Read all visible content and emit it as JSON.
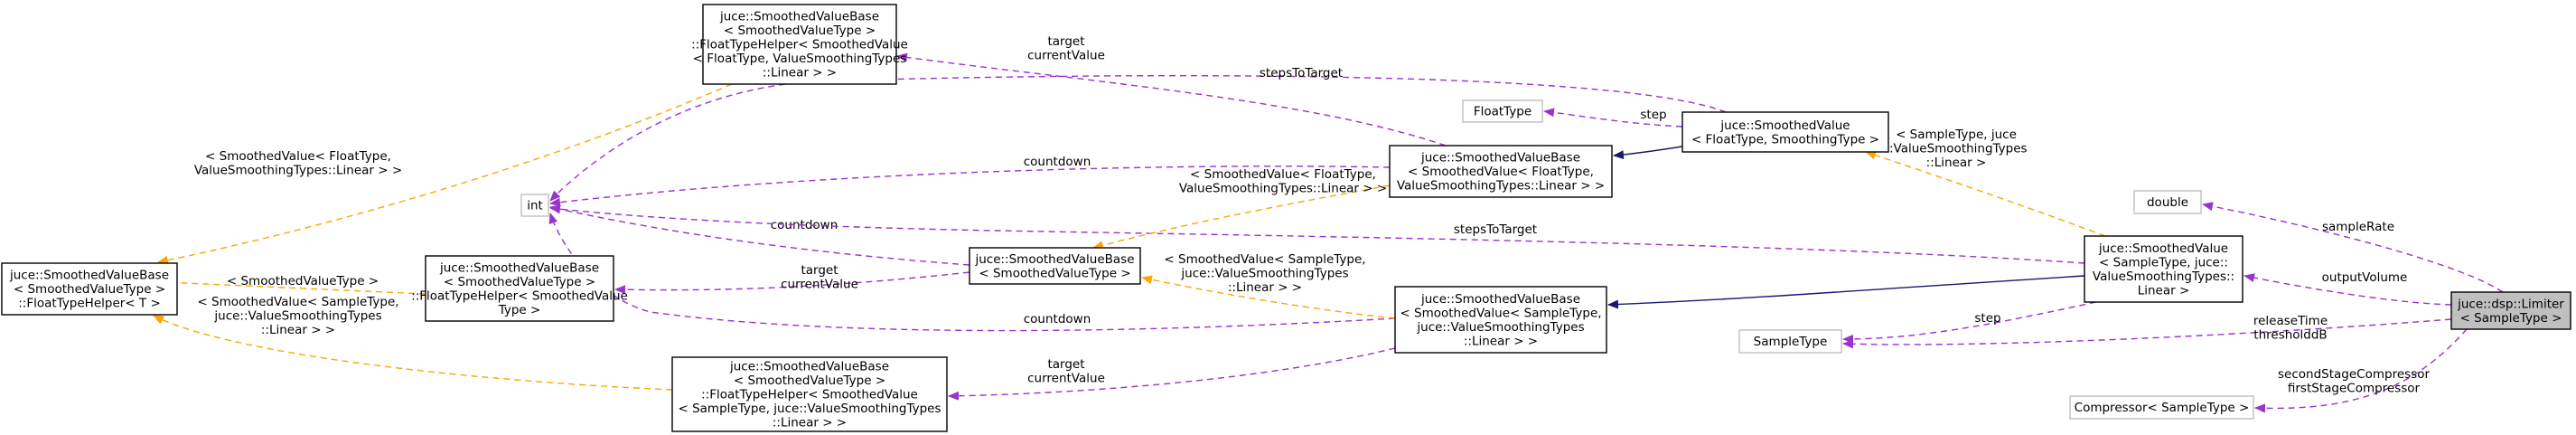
{
  "colors": {
    "usage": "#9a32cd",
    "template": "#ffa500",
    "inherit": "#191970",
    "focus_fill": "#bfbfbf",
    "unresolved_border": "#bfbfbf"
  },
  "nodes": [
    {
      "id": "fth_t",
      "lines": [
        "juce::SmoothedValueBase",
        "< SmoothedValueType >",
        "::FloatTypeHelper< T >"
      ]
    },
    {
      "id": "fth_fl",
      "lines": [
        "juce::SmoothedValueBase",
        "< SmoothedValueType >",
        "::FloatTypeHelper< SmoothedValue",
        "< FloatType, ValueSmoothingTypes",
        "::Linear > >"
      ]
    },
    {
      "id": "fth_svt",
      "lines": [
        "juce::SmoothedValueBase",
        "< SmoothedValueType >",
        "::FloatTypeHelper< SmoothedValue",
        "Type >"
      ]
    },
    {
      "id": "fth_sl",
      "lines": [
        "juce::SmoothedValueBase",
        "< SmoothedValueType >",
        "::FloatTypeHelper< SmoothedValue",
        "< SampleType, juce::ValueSmoothingTypes",
        "::Linear > >"
      ]
    },
    {
      "id": "int",
      "lines": [
        "int"
      ]
    },
    {
      "id": "svb_svt",
      "lines": [
        "juce::SmoothedValueBase",
        "< SmoothedValueType >"
      ]
    },
    {
      "id": "svb_fl",
      "lines": [
        "juce::SmoothedValueBase",
        "< SmoothedValue< FloatType,",
        "ValueSmoothingTypes::Linear > >"
      ]
    },
    {
      "id": "svb_sl",
      "lines": [
        "juce::SmoothedValueBase",
        "< SmoothedValue< SampleType,",
        "juce::ValueSmoothingTypes",
        "::Linear > >"
      ]
    },
    {
      "id": "floattype",
      "lines": [
        "FloatType"
      ]
    },
    {
      "id": "sv_fs",
      "lines": [
        "juce::SmoothedValue",
        "< FloatType, SmoothingType >"
      ]
    },
    {
      "id": "sv_sl",
      "lines": [
        "juce::SmoothedValue",
        "< SampleType, juce::",
        "ValueSmoothingTypes::",
        "Linear >"
      ]
    },
    {
      "id": "double",
      "lines": [
        "double"
      ]
    },
    {
      "id": "sampletype",
      "lines": [
        "SampleType"
      ]
    },
    {
      "id": "comp",
      "lines": [
        "Compressor< SampleType >"
      ]
    },
    {
      "id": "limiter",
      "lines": [
        "juce::dsp::Limiter",
        "< SampleType >"
      ]
    }
  ],
  "edges": [
    {
      "id": "e_fthfl_fth",
      "lines": [
        "< SmoothedValue< FloatType,",
        "ValueSmoothingTypes::Linear > >"
      ]
    },
    {
      "id": "e_fthsvt_fth",
      "lines": [
        "< SmoothedValueType >"
      ]
    },
    {
      "id": "e_fthsl_fth",
      "lines": [
        "< SmoothedValue< SampleType,",
        "juce::ValueSmoothingTypes",
        "::Linear > >"
      ]
    },
    {
      "id": "e_int_svfs",
      "lines": [
        "stepsToTarget"
      ]
    },
    {
      "id": "e_int_svbfl",
      "lines": [
        "countdown"
      ]
    },
    {
      "id": "e_int_svbsvt",
      "lines": [
        "countdown"
      ]
    },
    {
      "id": "e_int_svsl",
      "lines": [
        "stepsToTarget"
      ]
    },
    {
      "id": "e_int_svbsl",
      "lines": [
        "countdown"
      ]
    },
    {
      "id": "e_fthfl_svbfl",
      "lines": [
        "target",
        "currentValue"
      ]
    },
    {
      "id": "e_fthsvt_svbsvt",
      "lines": [
        "target",
        "currentValue"
      ]
    },
    {
      "id": "e_fthsl_svbsl",
      "lines": [
        "target",
        "currentValue"
      ]
    },
    {
      "id": "e_svbsvt_svbfl",
      "lines": [
        "< SmoothedValue< FloatType,",
        "ValueSmoothingTypes::Linear > >"
      ]
    },
    {
      "id": "e_svbsvt_svbsl",
      "lines": [
        "< SmoothedValue< SampleType,",
        "juce::ValueSmoothingTypes",
        "::Linear > >"
      ]
    },
    {
      "id": "e_ft_svfs",
      "lines": [
        "step"
      ]
    },
    {
      "id": "e_svbfl_svfs",
      "lines": []
    },
    {
      "id": "e_svfs_svsl",
      "lines": [
        "< SampleType, juce",
        "::ValueSmoothingTypes",
        "::Linear >"
      ]
    },
    {
      "id": "e_svbsl_svsl",
      "lines": []
    },
    {
      "id": "e_st_svsl",
      "lines": [
        "step"
      ]
    },
    {
      "id": "e_double_lim",
      "lines": [
        "sampleRate"
      ]
    },
    {
      "id": "e_svsl_lim",
      "lines": [
        "outputVolume"
      ]
    },
    {
      "id": "e_st_lim",
      "lines": [
        "releaseTime",
        "thresholddB"
      ]
    },
    {
      "id": "e_comp_lim",
      "lines": [
        "secondStageCompressor",
        "firstStageCompressor"
      ]
    }
  ]
}
